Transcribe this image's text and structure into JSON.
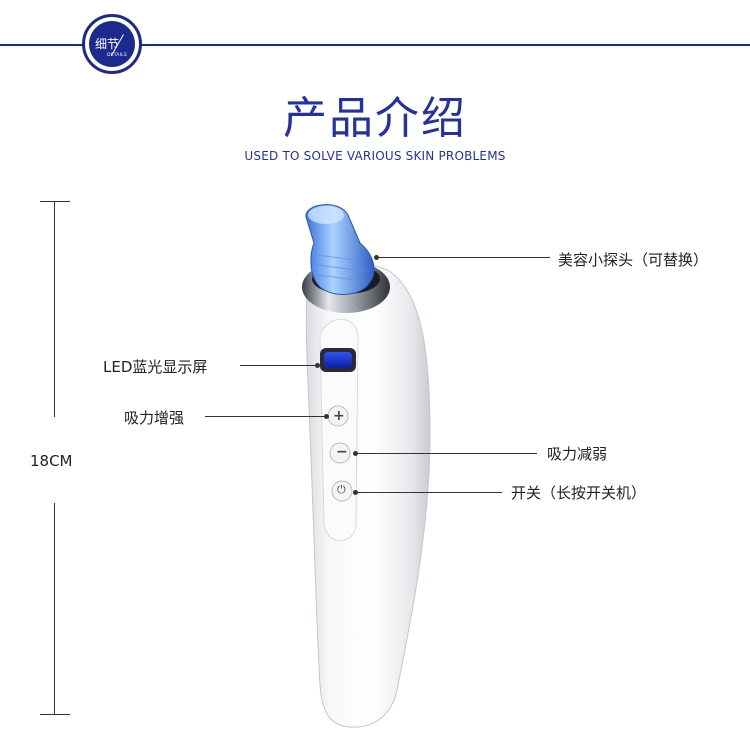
{
  "header": {
    "badge_cn": "细节",
    "badge_en": "DETAILS",
    "title": "产品介绍",
    "subtitle": "USED TO SOLVE VARIOUS SKIN PROBLEMS"
  },
  "dimension": {
    "height_label": "18CM"
  },
  "callouts": {
    "probe": "美容小探头（可替换）",
    "led": "LED蓝光显示屏",
    "suction_up": "吸力增强",
    "suction_down": "吸力减弱",
    "power": "开关（长按开关机）"
  },
  "colors": {
    "brand_blue": "#2430a8",
    "badge_navy": "#1c2a8f",
    "led_blue": "#1b3ad6",
    "probe_blue": "#6fb0ff"
  },
  "icons": {
    "plus": "plus-icon",
    "minus": "minus-icon",
    "power": "power-icon"
  }
}
